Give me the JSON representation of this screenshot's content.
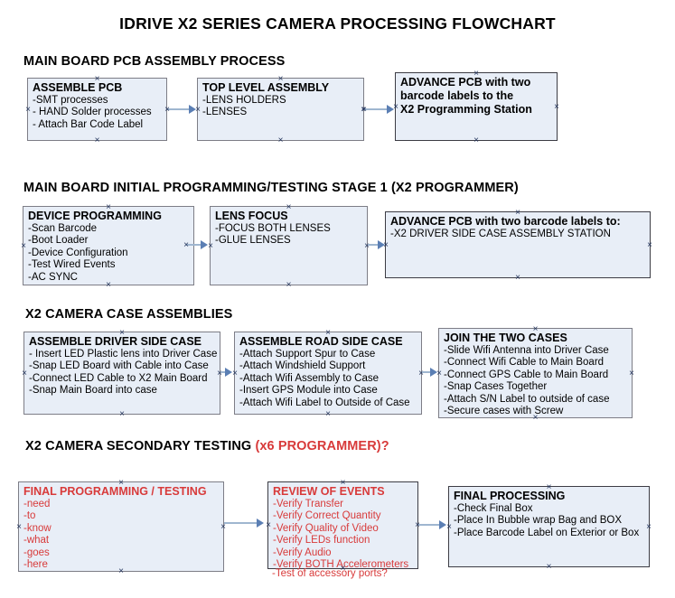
{
  "document": {
    "title": "IDRIVE X2  SERIES CAMERA PROCESSING FLOWCHART"
  },
  "theme": {
    "box_fill": "#e8eef7",
    "box_border": "#7d7d86",
    "connector_line": "#9fb6d0",
    "connector_arrow": "#5b7fb4",
    "handle": "#24355c",
    "accent_red": "#d83a3a",
    "text": "#000000"
  },
  "sections": [
    {
      "id": "main-board-pcb-assembly",
      "heading": "MAIN BOARD PCB ASSEMBLY PROCESS",
      "heading_accent": "",
      "boxes": [
        {
          "id": "assemble-pcb",
          "title": "ASSEMBLE PCB",
          "lines": [
            "-SMT processes",
            "- HAND Solder processes",
            "- Attach Bar Code Label"
          ],
          "red": false,
          "bold_body": false
        },
        {
          "id": "top-level-assembly",
          "title": "TOP LEVEL ASSEMBLY",
          "lines": [
            "-LENS HOLDERS",
            "-LENSES"
          ],
          "red": false,
          "bold_body": false
        },
        {
          "id": "advance-pcb-programming-station",
          "title": "ADVANCE PCB with two",
          "lines": [
            "barcode labels to the",
            " X2 Programming Station"
          ],
          "red": false,
          "bold_body": true
        }
      ]
    },
    {
      "id": "main-board-initial-programming",
      "heading": "MAIN BOARD INITIAL PROGRAMMING/TESTING STAGE 1 (X2 PROGRAMMER)",
      "heading_accent": "",
      "boxes": [
        {
          "id": "device-programming",
          "title": "DEVICE PROGRAMMING",
          "lines": [
            "-Scan Barcode",
            "-Boot Loader",
            "-Device Configuration",
            "-Test Wired Events",
            "-AC SYNC"
          ],
          "red": false,
          "bold_body": false
        },
        {
          "id": "lens-focus",
          "title": "LENS FOCUS",
          "lines": [
            "-FOCUS BOTH LENSES",
            "-GLUE LENSES"
          ],
          "red": false,
          "bold_body": false
        },
        {
          "id": "advance-pcb-driver-side-case",
          "title": "ADVANCE PCB with two barcode labels to:",
          "lines": [
            "-X2 DRIVER  SIDE  CASE  ASSEMBLY STATION"
          ],
          "red": false,
          "bold_body": false
        }
      ]
    },
    {
      "id": "x2-camera-case-assemblies",
      "heading": "X2 CAMERA CASE ASSEMBLIES",
      "heading_accent": "",
      "boxes": [
        {
          "id": "assemble-driver-side-case",
          "title": "ASSEMBLE DRIVER SIDE CASE",
          "lines": [
            "- Insert LED Plastic lens into Driver Case",
            "-Snap LED Board with Cable into Case",
            "-Connect LED Cable to X2 Main Board",
            "-Snap Main Board into case"
          ],
          "red": false,
          "bold_body": false
        },
        {
          "id": "assemble-road-side-case",
          "title": "ASSEMBLE ROAD SIDE CASE",
          "lines": [
            "-Attach Support Spur to Case",
            "-Attach Windshield Support",
            "-Attach Wifi Assembly to Case",
            "-Insert GPS Module into Case",
            "-Attach Wifi Label to Outside of Case"
          ],
          "red": false,
          "bold_body": false
        },
        {
          "id": "join-the-two-cases",
          "title": "JOIN THE TWO CASES",
          "lines": [
            "-Slide Wifi Antenna into Driver Case",
            "-Connect Wifi Cable to Main Board",
            "-Connect GPS Cable to Main Board",
            "-Snap Cases Together",
            "-Attach S/N Label to outside of case",
            "-Secure cases with Screw"
          ],
          "red": false,
          "bold_body": false
        }
      ]
    },
    {
      "id": "x2-camera-secondary-testing",
      "heading": "X2 CAMERA SECONDARY TESTING ",
      "heading_accent": "(x6 PROGRAMMER)?",
      "boxes": [
        {
          "id": "final-programming-testing",
          "title": "FINAL PROGRAMMING / TESTING",
          "lines": [
            "-need",
            "-to",
            "-know",
            "-what",
            "-goes",
            "-here"
          ],
          "red": true,
          "bold_body": false
        },
        {
          "id": "review-of-events",
          "title": "REVIEW OF EVENTS",
          "lines": [
            "-Verify Transfer",
            "-Verify Correct Quantity",
            "-Verify Quality of Video",
            "-Verify LEDs function",
            "-Verify Audio",
            "-Verify BOTH Accelerometers"
          ],
          "overflow_line": "-Test of accessory ports?",
          "red": true,
          "bold_body": false
        },
        {
          "id": "final-processing",
          "title": "FINAL PROCESSING",
          "lines": [
            " -Check Final Box",
            "-Place In Bubble wrap Bag and BOX",
            "-Place Barcode Label on Exterior or Box"
          ],
          "red": false,
          "bold_body": false
        }
      ]
    }
  ]
}
